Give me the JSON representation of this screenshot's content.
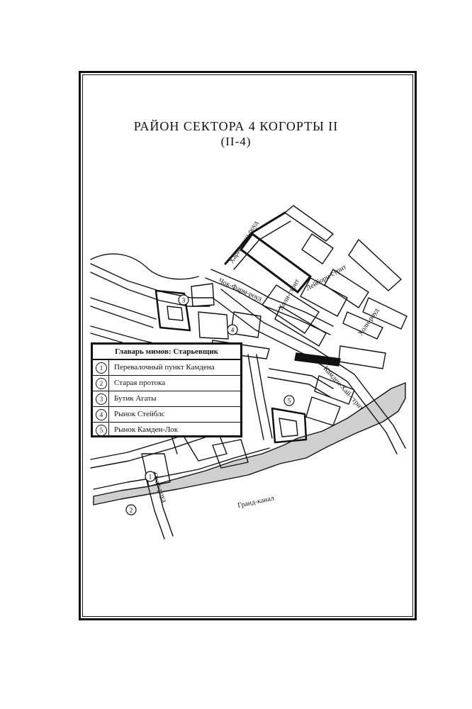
{
  "title": "РАЙОН СЕКТОРА 4 КОГОРТЫ II",
  "subtitle": "(II-4)",
  "streets": {
    "harrington": "Харингтон-роуд",
    "chalk_farm": "Чок-Фарм-роуд",
    "hollie_street": "Холи-стрит",
    "leyborne": "Лейборн-стрит",
    "hollie_road": "Холи-роуд",
    "camden_high": "Камден-Хай-стрит",
    "oval_road": "Овал-роуд",
    "grand_canal": "Гранд-канал"
  },
  "markers": [
    {
      "number": "1"
    },
    {
      "number": "2"
    },
    {
      "number": "3"
    },
    {
      "number": "4"
    },
    {
      "number": "5"
    }
  ],
  "legend": {
    "title": "Главарь мимов: Старьевщик",
    "items": [
      {
        "number": "1",
        "label": "Перевалочный пункт Камдена"
      },
      {
        "number": "2",
        "label": "Старая протока"
      },
      {
        "number": "3",
        "label": "Бутик Агаты"
      },
      {
        "number": "4",
        "label": "Рынок Стейблс"
      },
      {
        "number": "5",
        "label": "Рынок Камден-Лок"
      }
    ]
  }
}
